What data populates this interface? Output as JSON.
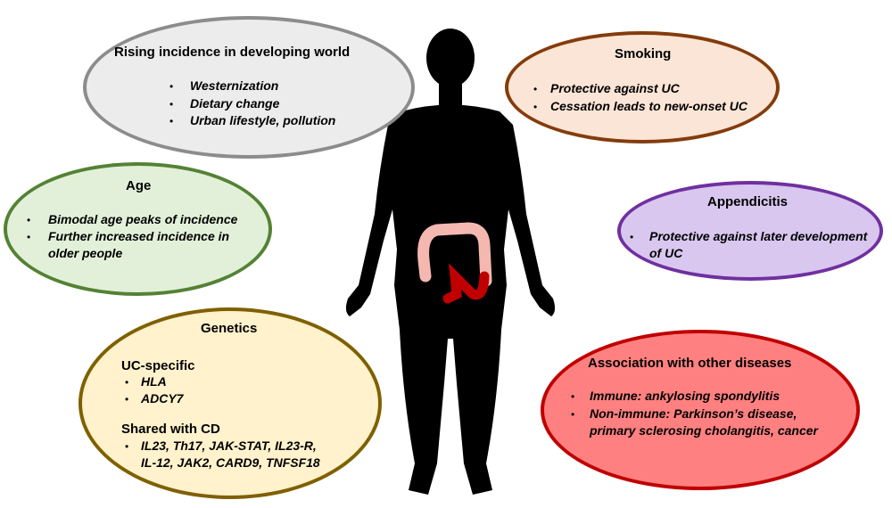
{
  "rising": {
    "title": "Rising incidence in developing world",
    "items": [
      "Westernization",
      "Dietary change",
      "Urban lifestyle, pollution"
    ],
    "fill": "#ececec",
    "stroke": "#8c8c8c"
  },
  "smoking": {
    "title": "Smoking",
    "items": [
      "Protective against UC",
      "Cessation leads to new-onset UC"
    ],
    "fill": "#fbe5d6",
    "stroke": "#843c0c"
  },
  "age": {
    "title": "Age",
    "items": [
      "Bimodal age peaks of incidence",
      "Further increased incidence in",
      "older people"
    ],
    "fill": "#e2f0d9",
    "stroke": "#548235"
  },
  "appendicitis": {
    "title": "Appendicitis",
    "items": [
      "Protective against later development",
      "of UC"
    ],
    "fill": "#d9c7ef",
    "stroke": "#7030a0"
  },
  "genetics": {
    "title": "Genetics",
    "sub1": "UC-specific",
    "items1": [
      "HLA",
      "ADCY7"
    ],
    "sub2": "Shared with  CD",
    "items2": [
      "IL23, Th17, JAK-STAT, IL23-R,",
      "IL-12, JAK2, CARD9, TNFSF18"
    ],
    "fill": "#fff2cc",
    "stroke": "#7f6000"
  },
  "association": {
    "title": "Association with  other diseases",
    "items": [
      "Immune: ankylosing spondylitis",
      "Non-immune: Parkinson’s disease,",
      "primary sclerosing cholangitis, cancer"
    ],
    "fill": "#ff8080",
    "stroke": "#c00000"
  },
  "bullet": "•",
  "colors": {
    "silhouette": "#000000",
    "colon": "#f4b8b0",
    "colon_diseased": "#c00000"
  }
}
